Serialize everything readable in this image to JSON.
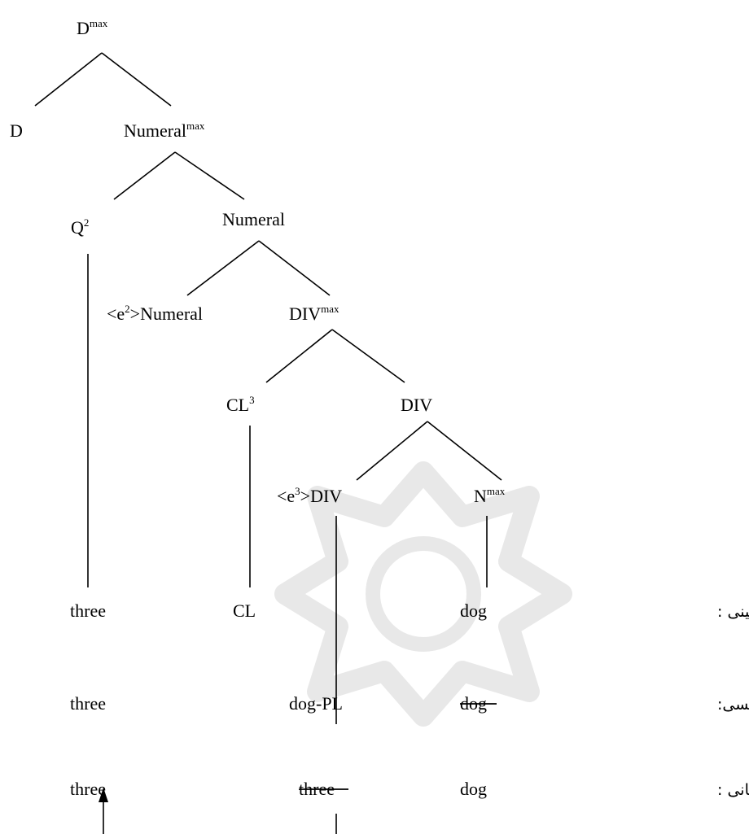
{
  "nodes": {
    "dmax": {
      "base": "D",
      "sup": "max"
    },
    "d": {
      "label": "D"
    },
    "nummax": {
      "base": "Numeral",
      "sup": "max"
    },
    "q": {
      "base": "Q",
      "sup": "2"
    },
    "numeral": {
      "label": "Numeral"
    },
    "e2num": {
      "pre": "<e",
      "sup": "2",
      "post": ">Numeral"
    },
    "divmax": {
      "base": "DIV",
      "sup": "max"
    },
    "cl3": {
      "base": "CL",
      "sup": "3"
    },
    "div": {
      "label": "DIV"
    },
    "e3div": {
      "pre": "<e",
      "sup": "3",
      "post": ">DIV"
    },
    "nmax": {
      "base": "N",
      "sup": "max"
    }
  },
  "rows": [
    {
      "language": "چینی :",
      "q": "three",
      "cl": "CL",
      "div": "",
      "n": "dog"
    },
    {
      "language": "انگلیسی:",
      "q": "three",
      "cl": "",
      "div": "dog-PL",
      "n": "dog"
    },
    {
      "language": "مجارستانی :",
      "q": "three",
      "cl": "",
      "div": "three",
      "n": "dog"
    }
  ],
  "struck": [
    "rows.1.n",
    "rows.2.div"
  ]
}
